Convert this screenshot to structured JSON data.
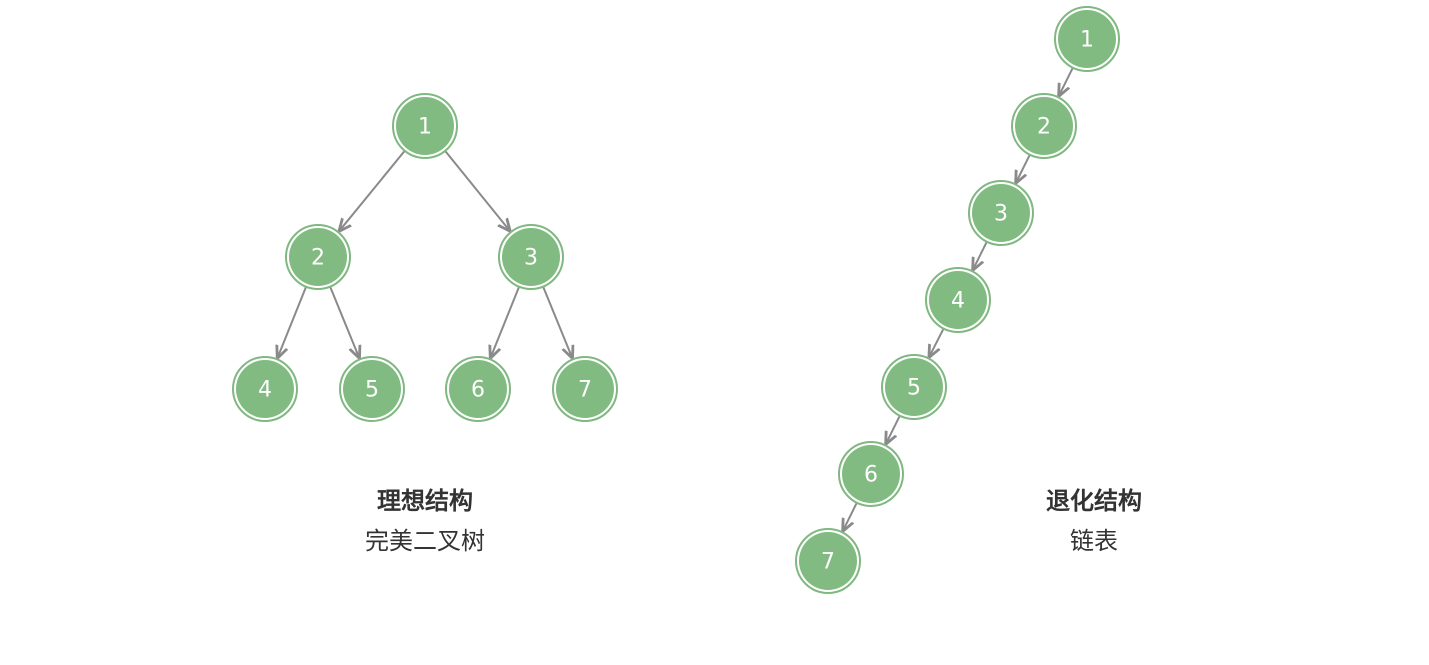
{
  "colors": {
    "node_fill": "#81bb82",
    "node_ring": "#7fb880",
    "node_text": "#ffffff",
    "edge": "#8a8a8a",
    "caption": "#333333"
  },
  "perfect_tree": {
    "title": "理想结构",
    "subtitle": "完美二叉树",
    "nodes": [
      "1",
      "2",
      "3",
      "4",
      "5",
      "6",
      "7"
    ],
    "edges": [
      [
        "1",
        "2"
      ],
      [
        "1",
        "3"
      ],
      [
        "2",
        "4"
      ],
      [
        "2",
        "5"
      ],
      [
        "3",
        "6"
      ],
      [
        "3",
        "7"
      ]
    ]
  },
  "degenerate_tree": {
    "title": "退化结构",
    "subtitle": "链表",
    "nodes": [
      "1",
      "2",
      "3",
      "4",
      "5",
      "6",
      "7"
    ],
    "edges": [
      [
        "1",
        "2"
      ],
      [
        "2",
        "3"
      ],
      [
        "3",
        "4"
      ],
      [
        "4",
        "5"
      ],
      [
        "5",
        "6"
      ],
      [
        "6",
        "7"
      ]
    ]
  }
}
